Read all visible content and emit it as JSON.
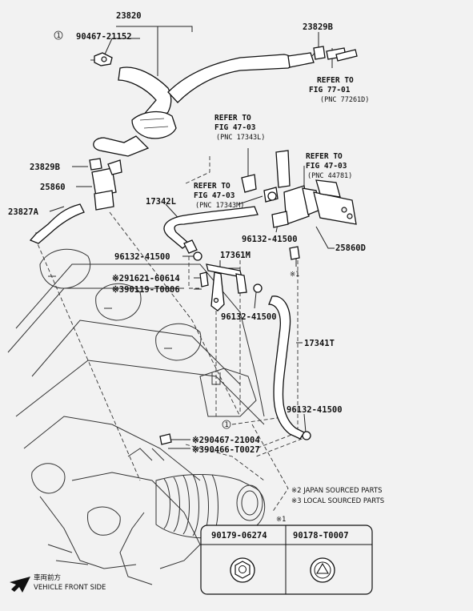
{
  "callouts": {
    "p23820": "23820",
    "p90467_21152": "90467-21152",
    "p23829B_top": "23829B",
    "refer_77": [
      "REFER TO",
      "FIG 77-01",
      "(PNC 77261D)"
    ],
    "refer_47_a": [
      "REFER TO",
      "FIG 47-03",
      "(PNC 17343L)"
    ],
    "refer_47_b": [
      "REFER TO",
      "FIG 47-03",
      "(PNC 44781)"
    ],
    "refer_47_c": [
      "REFER TO",
      "FIG 47-03",
      "(PNC 17343M)"
    ],
    "p23829B_left": "23829B",
    "p25860": "25860",
    "p23827A": "23827A",
    "p17342L": "17342L",
    "p96132_41500_a": "96132-41500",
    "p25860D": "25860D",
    "p96132_41500_b": "96132-41500",
    "p17361M": "17361M",
    "note_x1": "※1",
    "p291621_60614": "※291621-60614",
    "p390119_T0006": "※390119-T0006",
    "p96132_41500_c": "96132-41500",
    "p17341T": "17341T",
    "p96132_41500_d": "96132-41500",
    "p290467_21004": "※290467-21004",
    "p390466_T0027": "※390466-T0027"
  },
  "markers": {
    "circle_one": "1"
  },
  "legend": {
    "japan": "※2 JAPAN SOURCED PARTS",
    "local": "※3 LOCAL SOURCED PARTS"
  },
  "table": {
    "note": "※1",
    "col1": "90179-06274",
    "col2": "90178-T0007"
  },
  "front": {
    "jp": "車両前方",
    "en": "VEHICLE FRONT SIDE"
  }
}
